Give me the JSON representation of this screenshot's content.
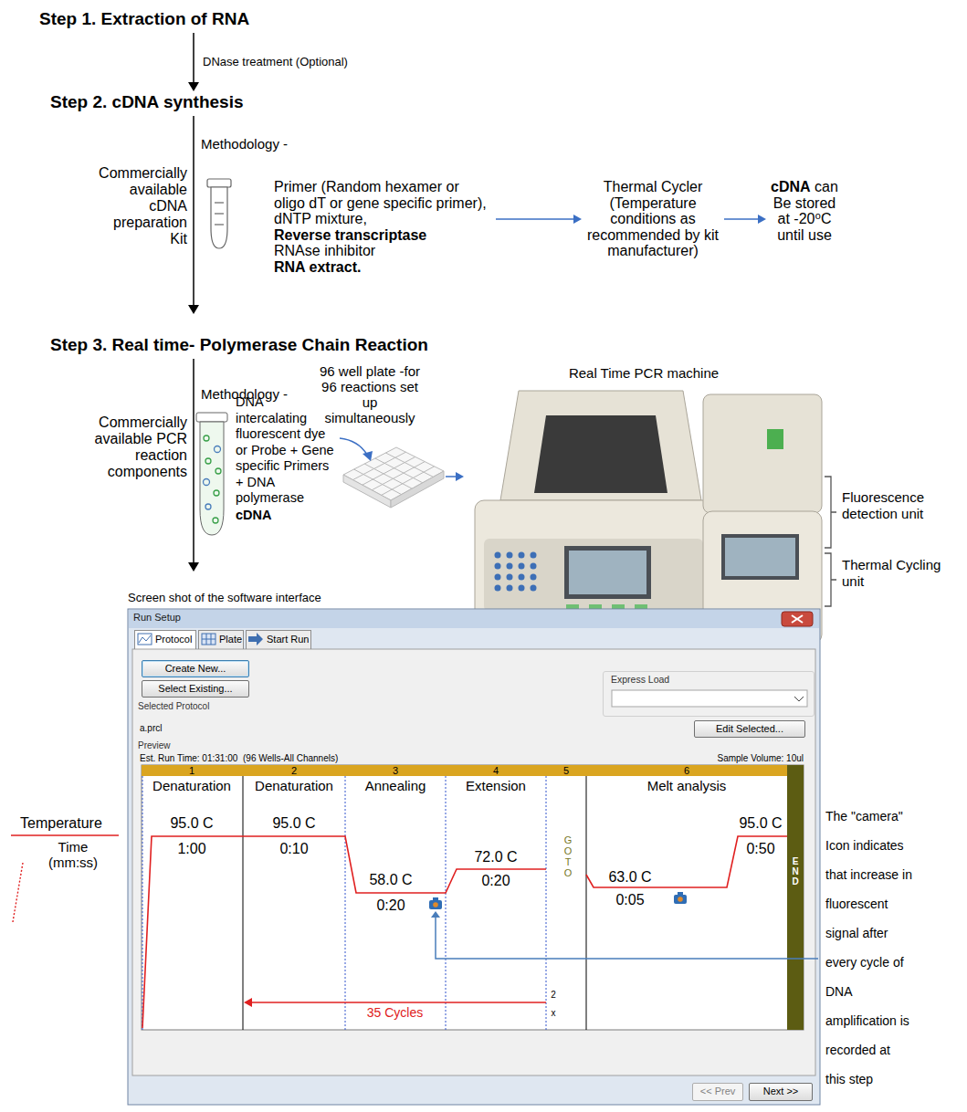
{
  "diagram": {
    "nodes": [
      {
        "text": [
          "Primer (Random hexamer or oligo dT or gene specific primer), dNTP mixture,",
          "Reverse transcriptase",
          "RNAse inhibitor",
          "RNA extract."
        ]
      },
      {
        "text": [
          "Thermal Cycler (Temperature conditions as recommended by kit manufacturer)"
        ]
      },
      {
        "text": [
          "cDNA",
          "can Be stored at -20⁰C until use"
        ]
      },
      {
        "text": [
          "Run Setup"
        ]
      },
      {
        "text": [
          "Protocol"
        ],
        "in": 3
      },
      {
        "text": [
          "Plate"
        ],
        "in": 3
      },
      {
        "text": [
          "Start Run"
        ],
        "in": 3
      },
      {
        "text": [
          "Create New..."
        ],
        "in": 3
      },
      {
        "text": [
          "Select Existing..."
        ],
        "in": 3
      },
      {
        "text": [
          "Express Load"
        ],
        "in": 3
      },
      {
        "text": [
          "Edit Selected..."
        ],
        "in": 3
      },
      {
        "text": [
          "1",
          "Denaturation",
          "95.0 C",
          "1:00"
        ],
        "in": 3
      },
      {
        "text": [
          "2",
          "Denaturation",
          "95.0 C",
          "0:10"
        ],
        "in": 3
      },
      {
        "text": [
          "3",
          "Annealing",
          "58.0 C",
          "0:20"
        ],
        "in": 3
      },
      {
        "text": [
          "4",
          "Extension",
          "72.0 C",
          "0:20"
        ],
        "in": 3
      },
      {
        "text": [
          "5",
          "GOTO",
          "2",
          "x"
        ],
        "in": 3
      },
      {
        "text": [
          "6",
          "Melt analysis",
          "63.0 C",
          "0:05",
          "95.0 C",
          "0:50"
        ],
        "in": 3
      },
      {
        "text": [
          "END"
        ],
        "in": 3
      },
      {
        "text": [
          "<< Prev"
        ],
        "in": 3
      },
      {
        "text": [
          "Next >>"
        ],
        "in": 3
      }
    ],
    "edges": [
      {
        "from": 0,
        "to": 1,
        "arrow": "to"
      },
      {
        "from": 1,
        "to": 2,
        "arrow": "to"
      },
      {
        "from": 15,
        "to": 12,
        "label": "35 Cycles",
        "arrow": "to"
      }
    ],
    "labels": [
      "Step 1. Extraction of RNA",
      "DNase treatment (Optional)",
      "Step 2. cDNA synthesis",
      "Methodology -",
      "Commercially available cDNA preparation Kit",
      "Step 3. Real time- Polymerase Chain Reaction",
      "Methodology -",
      "Commercially available PCR reaction components",
      "DNA intercalating fluorescent dye or Probe + Gene specific Primers + DNA polymerase",
      "cDNA",
      "96 well plate -for 96 reactions set up simultaneously",
      "Real Time PCR machine",
      "Fluorescence detection unit",
      "Thermal Cycling unit",
      "Screen shot of the software interface",
      "Selected Protocol",
      "a.prcl",
      "Preview",
      "Est. Run Time: 01:31:00",
      "(96 Wells-All Channels)",
      "Sample Volume: 10ul",
      "Temperature",
      "Time (mm:ss)",
      "The \"camera\" Icon indicates that increase in fluorescent signal after every cycle of DNA amplification is recorded at this step"
    ]
  }
}
